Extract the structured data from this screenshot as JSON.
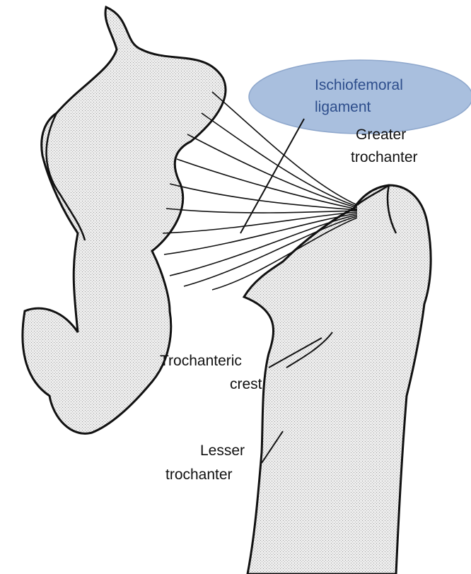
{
  "diagram": {
    "labels": {
      "ischiofemoral_line1": "Ischiofemoral",
      "ischiofemoral_line2": "ligament",
      "greater_line1": "Greater",
      "greater_line2": "trochanter",
      "troch_crest_line1": "Trochanteric",
      "troch_crest_line2": "crest",
      "lesser_line1": "Lesser",
      "lesser_line2": "trochanter"
    },
    "colors": {
      "highlight_fill": "#a9bfde",
      "highlight_text": "#2e4e8c",
      "bone_fill": "#ececec",
      "ink": "#111111"
    }
  }
}
